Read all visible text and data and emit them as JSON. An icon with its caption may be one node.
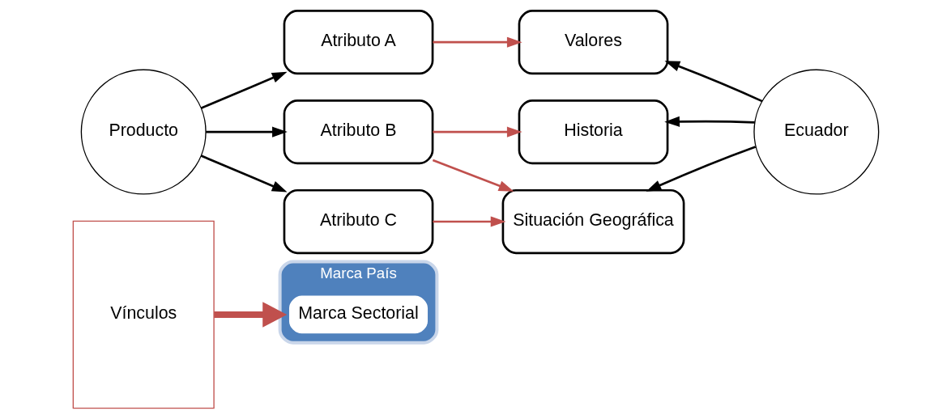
{
  "diagram": {
    "nodes": [
      {
        "text": [
          "Marca País"
        ]
      },
      {
        "text": [
          "Marca Sectorial"
        ],
        "in": 0
      },
      {
        "text": [
          "Producto"
        ]
      },
      {
        "text": [
          "Atributo A"
        ]
      },
      {
        "text": [
          "Atributo B"
        ]
      },
      {
        "text": [
          "Atributo C"
        ]
      },
      {
        "text": [
          "Vínculos"
        ]
      },
      {
        "text": [
          "Historia"
        ]
      },
      {
        "text": [
          "Valores"
        ]
      },
      {
        "text": [
          "Situación Geográfica"
        ]
      },
      {
        "text": [
          "Ecuador"
        ]
      }
    ],
    "edges": [
      {
        "from": 2,
        "to": 3,
        "arrow": "to"
      },
      {
        "from": 2,
        "to": 4,
        "arrow": "to"
      },
      {
        "from": 2,
        "to": 5,
        "arrow": "to"
      },
      {
        "from": 3,
        "to": 8,
        "arrow": "to",
        "color": "#c0504d"
      },
      {
        "from": 4,
        "to": 7,
        "arrow": "to",
        "color": "#c0504d"
      },
      {
        "from": 4,
        "to": 9,
        "arrow": "to",
        "color": "#c0504d"
      },
      {
        "from": 5,
        "to": 9,
        "arrow": "to",
        "color": "#c0504d"
      },
      {
        "from": 6,
        "to": 0,
        "arrow": "to",
        "style": "thick",
        "color": "#c0504d"
      },
      {
        "from": 10,
        "to": 7,
        "arrow": "to"
      },
      {
        "from": 10,
        "to": 8,
        "arrow": "to"
      },
      {
        "from": 10,
        "to": 9,
        "arrow": "to"
      }
    ]
  }
}
